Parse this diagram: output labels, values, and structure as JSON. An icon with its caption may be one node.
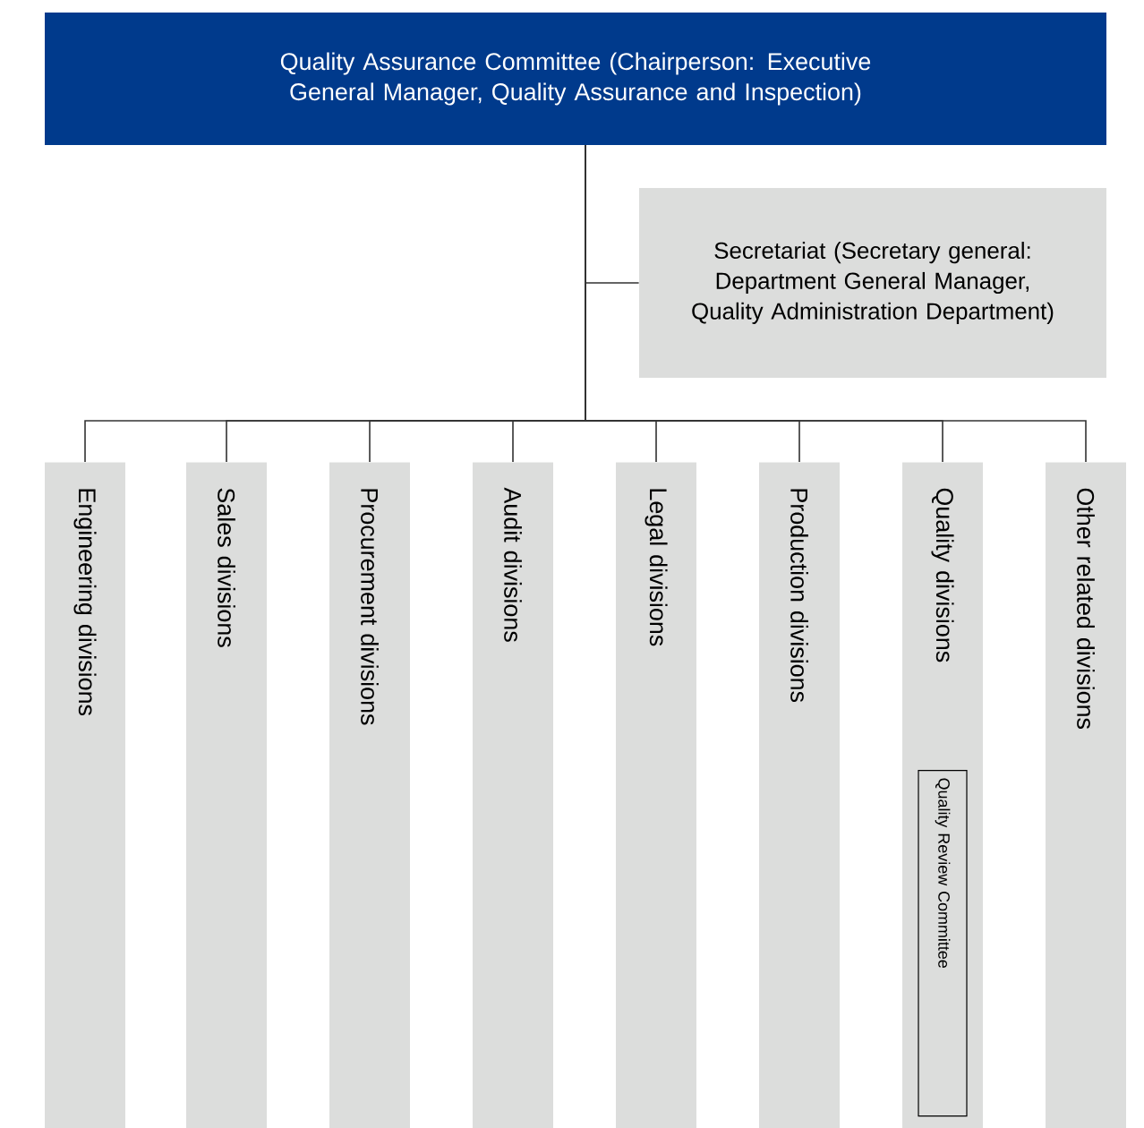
{
  "diagram": {
    "nodes": [
      {
        "text": [
          "Quality Assurance Committee (Chairperson: Executive General Manager, Quality Assurance and Inspection)"
        ]
      },
      {
        "text": [
          "Secretariat (Secretary general: Department General Manager, Quality Administration Department)"
        ]
      },
      {
        "text": [
          "Engineering divisions"
        ]
      },
      {
        "text": [
          "Sales divisions"
        ]
      },
      {
        "text": [
          "Procurement divisions"
        ]
      },
      {
        "text": [
          "Audit divisions"
        ]
      },
      {
        "text": [
          "Legal divisions"
        ]
      },
      {
        "text": [
          "Production divisions"
        ]
      },
      {
        "text": [
          "Quality divisions"
        ]
      },
      {
        "text": [
          "Other related divisions"
        ]
      },
      {
        "text": [
          "Quality Review Committee"
        ],
        "in": 8
      }
    ],
    "edges": [
      {
        "from": 0,
        "to": 1,
        "arrow": "none"
      },
      {
        "from": 0,
        "to": 2,
        "arrow": "none"
      },
      {
        "from": 0,
        "to": 3,
        "arrow": "none"
      },
      {
        "from": 0,
        "to": 4,
        "arrow": "none"
      },
      {
        "from": 0,
        "to": 5,
        "arrow": "none"
      },
      {
        "from": 0,
        "to": 6,
        "arrow": "none"
      },
      {
        "from": 0,
        "to": 7,
        "arrow": "none"
      },
      {
        "from": 0,
        "to": 8,
        "arrow": "none"
      },
      {
        "from": 0,
        "to": 9,
        "arrow": "none"
      }
    ]
  }
}
